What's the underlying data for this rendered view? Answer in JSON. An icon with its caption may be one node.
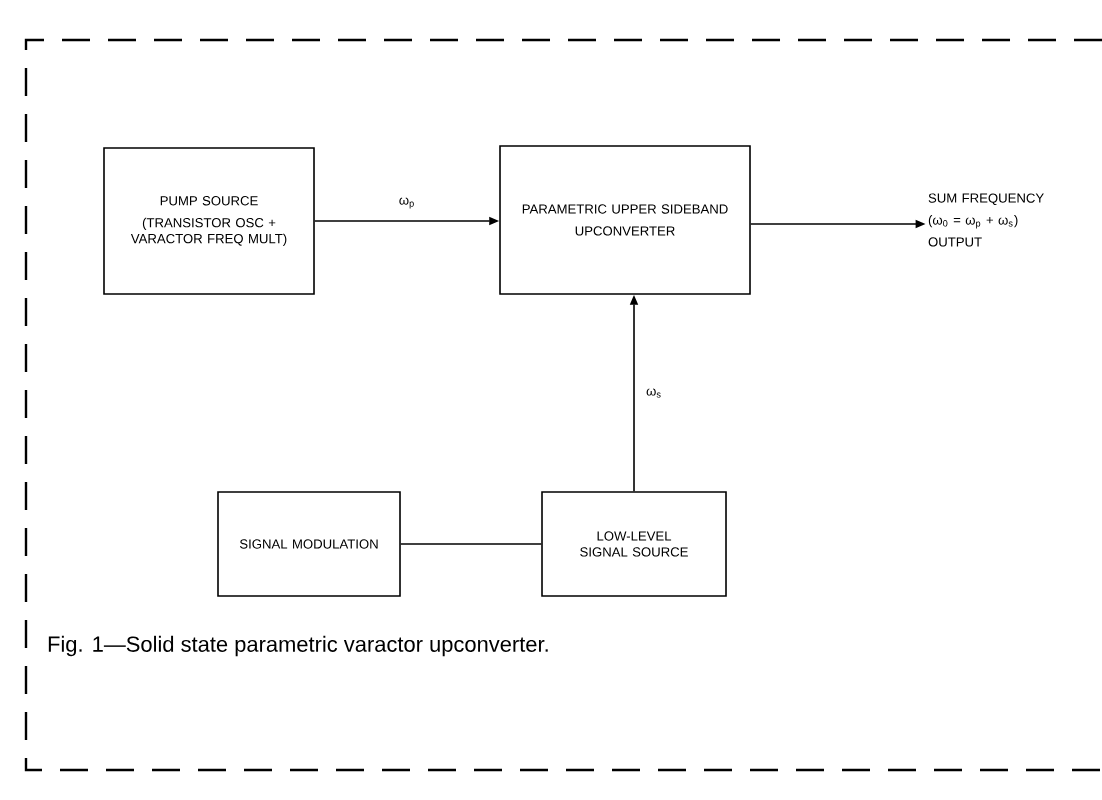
{
  "diagram": {
    "caption": "Fig. 1—Solid state parametric varactor upconverter.",
    "nodes": [
      {
        "text": [
          "PUMP SOURCE",
          "(TRANSISTOR OSC + VARACTOR FREQ MULT)"
        ]
      },
      {
        "text": [
          "PARAMETRIC UPPER SIDEBAND",
          "UPCONVERTER"
        ]
      },
      {
        "text": [
          "SUM FREQUENCY (ω$_{0}$ = ω$_{p}$ + ω$_{s}$) OUTPUT"
        ]
      },
      {
        "text": [
          "SIGNAL MODULATION"
        ]
      },
      {
        "text": [
          "LOW-LEVEL SIGNAL SOURCE"
        ]
      }
    ],
    "edges": [
      {
        "from": 0,
        "to": 1,
        "arrow": "to",
        "label": "ω$_{p}$"
      },
      {
        "from": 1,
        "to": 2,
        "arrow": "to"
      },
      {
        "from": 4,
        "to": 1,
        "arrow": "to",
        "label": "ω$_{s}$"
      },
      {
        "from": 3,
        "to": 4,
        "arrow": "none"
      }
    ]
  }
}
